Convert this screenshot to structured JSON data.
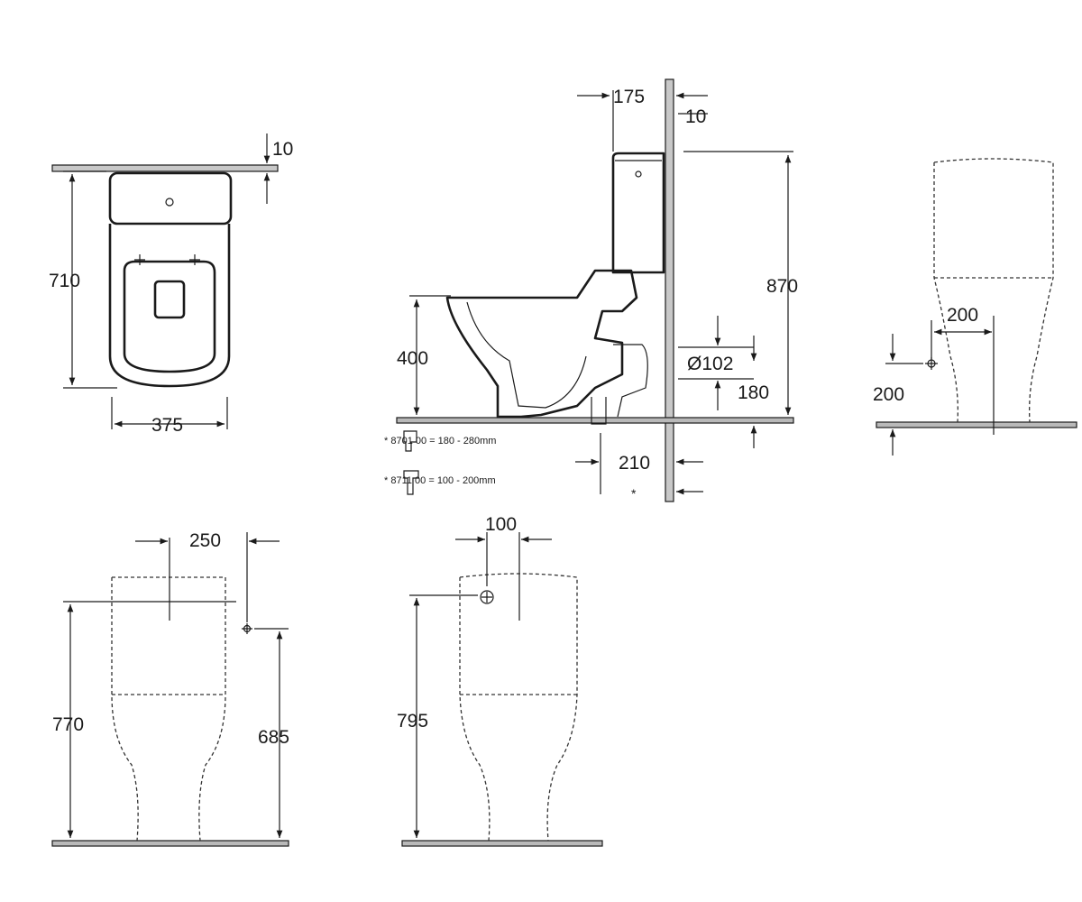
{
  "top_view": {
    "dim_depth": "710",
    "dim_width": "375",
    "dim_gap": "10"
  },
  "side_view": {
    "dim_tank_depth": "175",
    "dim_wall_gap": "10",
    "dim_total_height": "870",
    "dim_seat_height": "400",
    "dim_outlet_diameter": "Ø102",
    "dim_outlet_height": "180",
    "dim_outlet_offset": "210",
    "asterisk": "*",
    "accessory_1": "* 8701 00 = 180 - 280mm",
    "accessory_2": "* 8711 00 = 100 - 200mm"
  },
  "right_view": {
    "dim_inlet_offset": "200",
    "dim_inlet_height": "200"
  },
  "front_view_left": {
    "dim_inlet_spacing": "250",
    "dim_height": "770",
    "dim_inlet_height": "685"
  },
  "front_view_center": {
    "dim_inlet_spacing": "100",
    "dim_height": "795"
  }
}
